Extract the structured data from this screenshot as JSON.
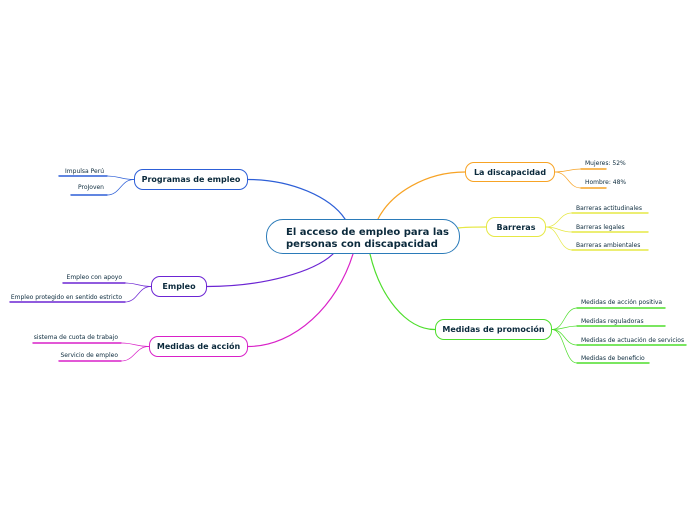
{
  "central": {
    "line1": "El acceso de empleo para las",
    "line2": "personas con discapacidad",
    "color": "#2b7bb9"
  },
  "branches": [
    {
      "key": "discapacidad",
      "label": "La discapacidad",
      "color": "#f7a325",
      "leaves": [
        "Mujeres: 52%",
        "Hombre: 48%"
      ]
    },
    {
      "key": "barreras",
      "label": "Barreras",
      "color": "#e6e845",
      "leaves": [
        "Barreras actitudinales",
        "Barreras legales",
        "Barreras ambientales"
      ]
    },
    {
      "key": "promocion",
      "label": "Medidas de promoción",
      "color": "#4ede2c",
      "leaves": [
        "Medidas de acción positiva",
        "Medidas reguladoras",
        "Medidas de actuación de servicios",
        "Medidas de beneficio"
      ]
    },
    {
      "key": "programas",
      "label": "Programas de empleo",
      "color": "#2d5fd7",
      "leaves": [
        "Impulsa Perú",
        "ProJoven"
      ]
    },
    {
      "key": "empleo",
      "label": "Empleo",
      "color": "#6c25d3",
      "leaves": [
        "Empleo con apoyo",
        "Empleo protegido en sentido estricto"
      ]
    },
    {
      "key": "accion",
      "label": "Medidas de acción",
      "color": "#d921c8",
      "leaves": [
        "sistema de cuota de trabajo",
        "Servicio de empleo"
      ]
    }
  ]
}
